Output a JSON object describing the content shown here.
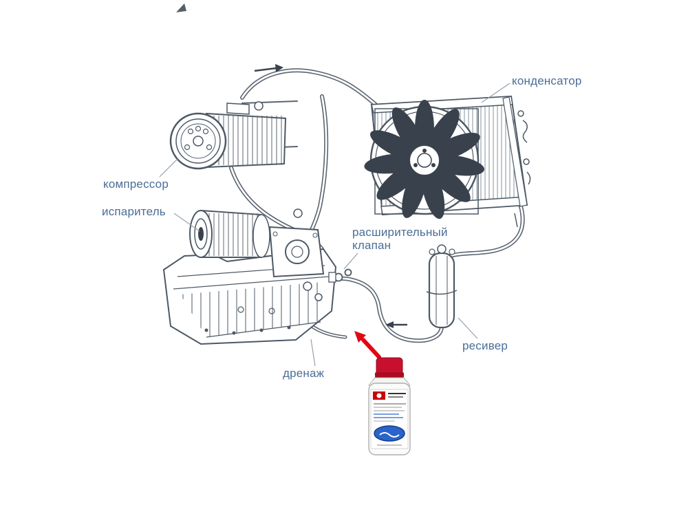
{
  "diagram": {
    "description": "car-air-conditioning-system-schematic",
    "labels": {
      "condenser": "конденсатор",
      "compressor": "компрессор",
      "evaporator": "испаритель",
      "expansion_valve_line1": "расширительный",
      "expansion_valve_line2": "клапан",
      "receiver": "ресивер",
      "drain": "дренаж"
    },
    "colors": {
      "label_text": "#4a6d96",
      "leader_line": "#94a1ae",
      "drawing_stroke": "#4d5864",
      "flow_arrow": "#3a434d",
      "pointer_arrow": "#e30613",
      "bottle_cap": "#c8102e",
      "bottle_logo_red": "#cc0000",
      "bottle_accent_blue": "#2a63c9"
    }
  }
}
